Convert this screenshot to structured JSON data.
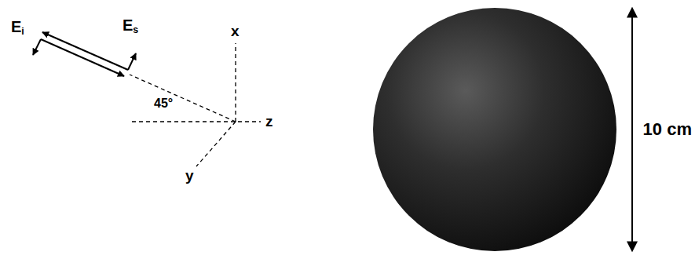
{
  "diagram": {
    "labels": [
      "Ei",
      "Es",
      "45°",
      "x",
      "y",
      "z",
      "10 cm"
    ]
  }
}
